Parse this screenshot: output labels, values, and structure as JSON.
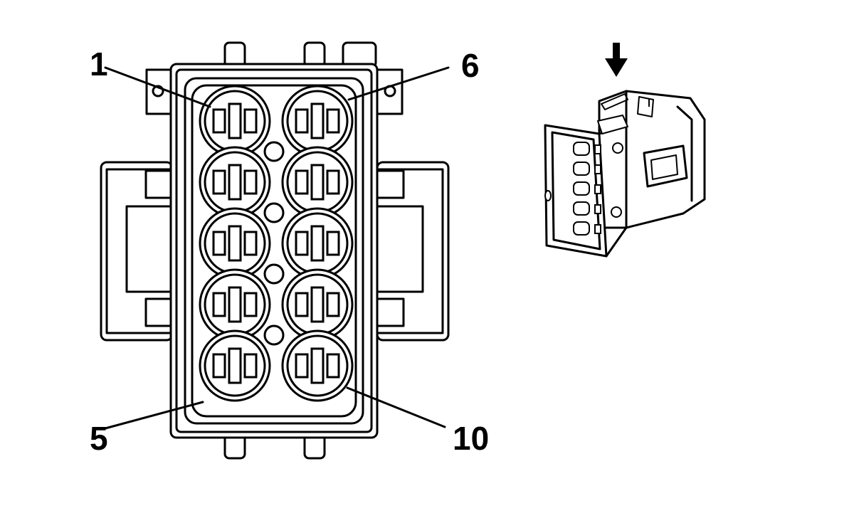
{
  "diagram": {
    "pin_labels": {
      "first_left": "1",
      "last_left": "5",
      "first_right": "6",
      "last_right": "10"
    },
    "connector_pin_count": 10,
    "view_arrow_icon": "down-arrow-icon"
  }
}
